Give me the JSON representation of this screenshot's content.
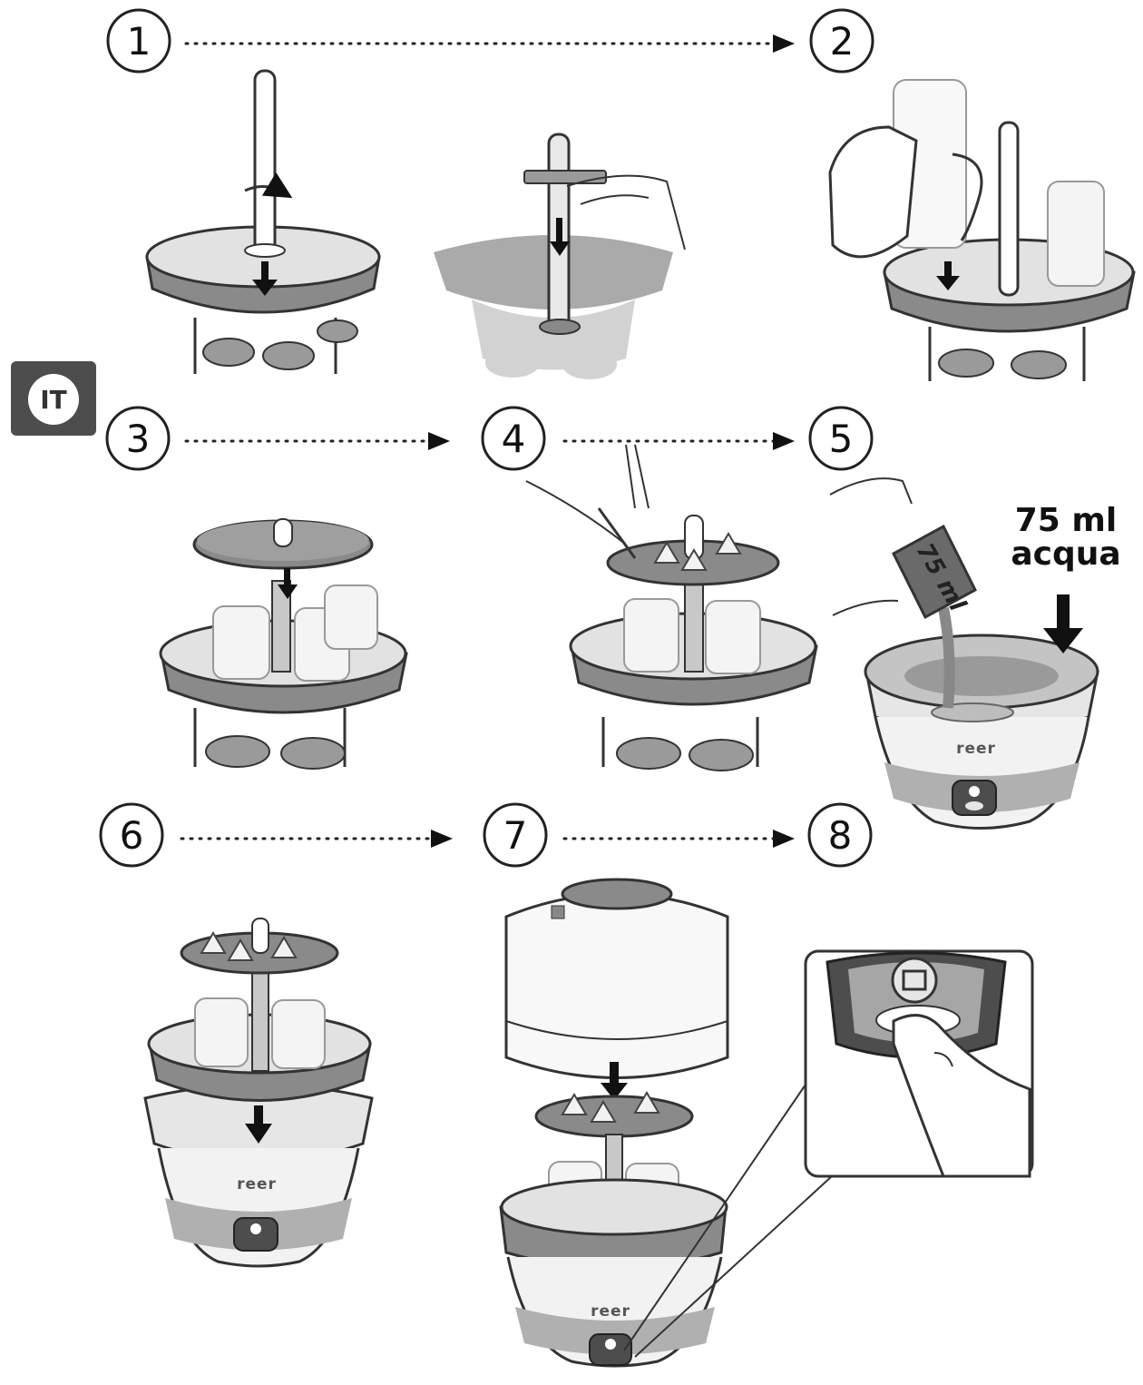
{
  "language_tag": "IT",
  "steps": [
    "1",
    "2",
    "3",
    "4",
    "5",
    "6",
    "7",
    "8"
  ],
  "water_note": {
    "line1": "75 ml",
    "line2": "acqua"
  },
  "brand": "reer",
  "cup_marking": "75 ml",
  "colors": {
    "basket": "#8a8a8a",
    "basket_dark": "#6d6d6d",
    "light": "#c8c8c8",
    "base": "#b0b0b0",
    "base_light": "#e6e6e6",
    "tag_bg": "#4d4d4d",
    "ink": "#222222"
  }
}
